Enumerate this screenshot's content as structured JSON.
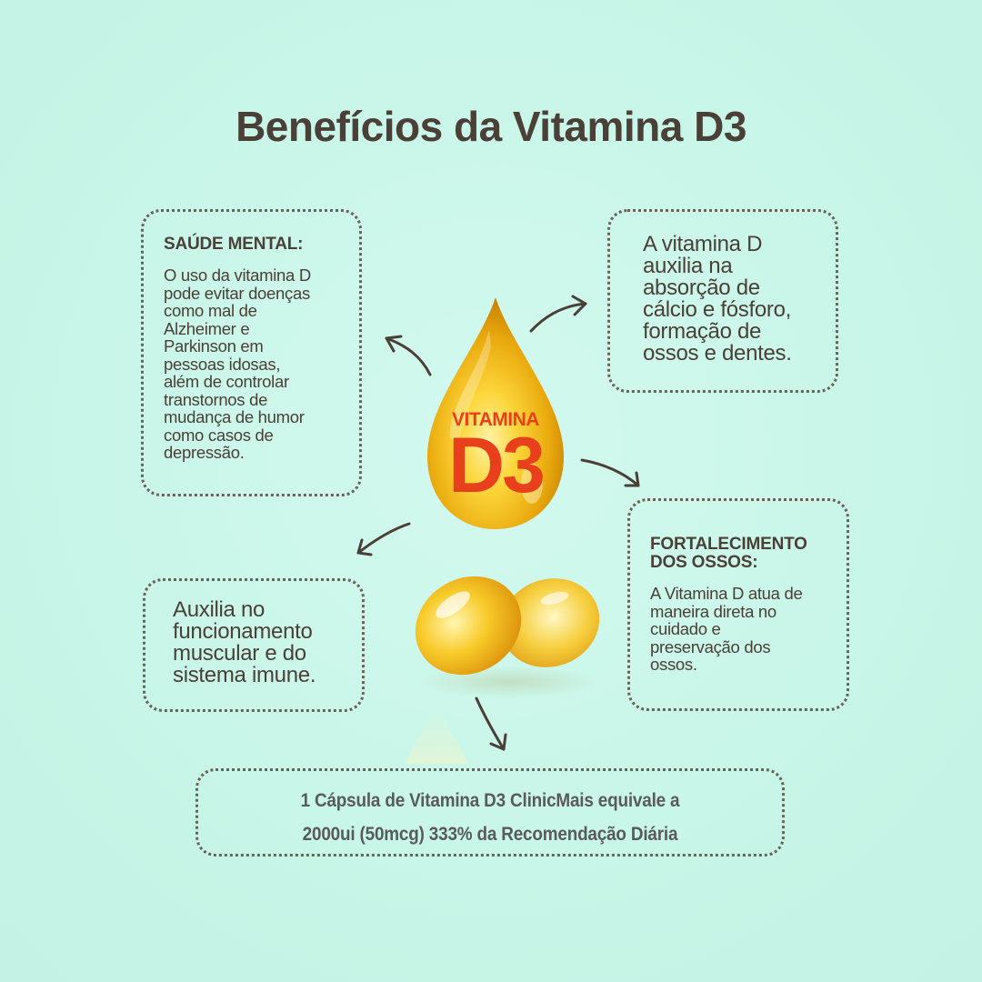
{
  "title": "Benefícios da Vitamina D3",
  "drop": {
    "label_small": "VITAMINA",
    "label_big": "D3"
  },
  "boxes": {
    "mental": {
      "heading": "SAÚDE MENTAL:",
      "lines": [
        "O uso da vitamina D",
        "pode evitar doenças",
        "como mal de",
        "Alzheimer e",
        "Parkinson em",
        "pessoas idosas,",
        "além de controlar",
        "transtornos de",
        "mudança de humor",
        "como casos de",
        "depressão."
      ]
    },
    "absorcao": {
      "lines": [
        "A vitamina D",
        "auxilia na",
        "absorção de",
        "cálcio e fósforo,",
        "formação de",
        "ossos e dentes."
      ]
    },
    "ossos": {
      "heading_lines": [
        "FORTALECIMENTO",
        "DOS OSSOS:"
      ],
      "lines": [
        "A Vitamina D atua de",
        "maneira direta no",
        "cuidado e",
        "preservação dos",
        "ossos."
      ]
    },
    "muscular": {
      "lines": [
        "Auxilia no",
        "funcionamento",
        "muscular e do",
        "sistema imune."
      ]
    },
    "footer": {
      "line1": "1 Cápsula de Vitamina D3 ClinicMais equivale a",
      "line2": "2000ui (50mcg)  333% da Recomendação Diária"
    }
  },
  "colors": {
    "background": "#c9f7ea",
    "text": "#4a4038",
    "accent": "#e8401c",
    "drop_gold": "#f2b81c"
  }
}
